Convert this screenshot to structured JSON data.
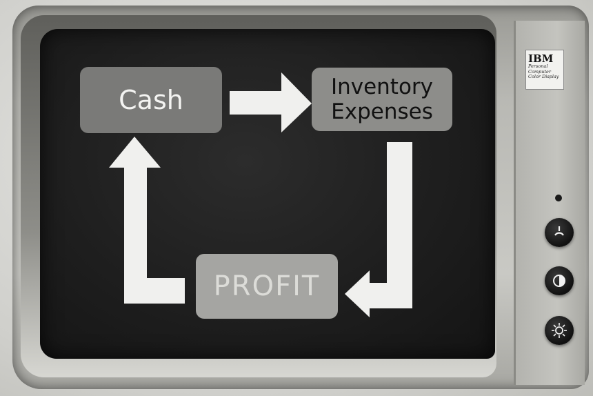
{
  "monitor": {
    "brand_logo": "IBM",
    "brand_subtitle": [
      "Personal",
      "Computer",
      "Color Display"
    ]
  },
  "diagram": {
    "cash_label": "Cash",
    "inventory_label": "Inventory",
    "expenses_label": "Expenses",
    "profit_label": "PROFIT"
  },
  "controls": [
    {
      "name": "power-knob",
      "icon": "power-icon"
    },
    {
      "name": "contrast-knob",
      "icon": "contrast-icon"
    },
    {
      "name": "brightness-knob",
      "icon": "brightness-icon"
    }
  ],
  "colors": {
    "screen": "#1e1e1e",
    "arrow": "#f0f0ee",
    "cash_block": "#7a7a78",
    "inventory_block": "#8d8d8a",
    "profit_block": "#a5a5a2"
  }
}
